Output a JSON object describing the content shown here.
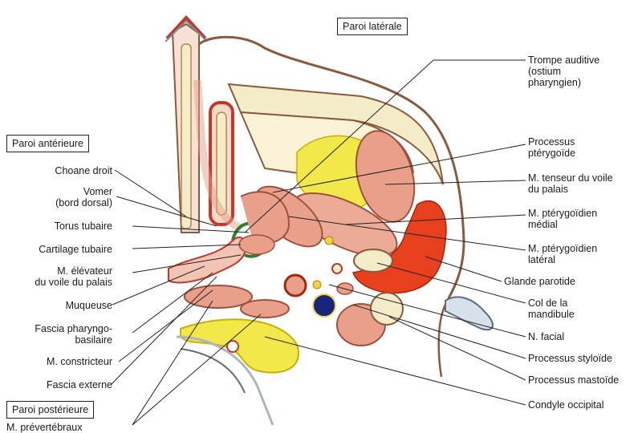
{
  "boxes": {
    "lateral": "Paroi latérale",
    "anterior": "Paroi antérieure",
    "posterior": "Paroi postérieure"
  },
  "left_labels": {
    "choane": "Choane droit",
    "vomer_1": "Vomer",
    "vomer_2": "(bord dorsal)",
    "torus": "Torus tubaire",
    "cartilage": "Cartilage tubaire",
    "elevateur_1": "M. élévateur",
    "elevateur_2": "du voile du palais",
    "muqueuse": "Muqueuse",
    "fascia_pb_1": "Fascia pharyngo-",
    "fascia_pb_2": "basilaire",
    "constricteur": "M. constricteur",
    "fascia_ext": "Fascia externe",
    "prevertebraux": "M. prévertébraux"
  },
  "right_labels": {
    "trompe_1": "Trompe auditive",
    "trompe_2": "(ostium",
    "trompe_3": "pharyngien)",
    "pterygoide_1": "Processus",
    "pterygoide_2": "ptérygoïde",
    "tenseur_1": "M. tenseur du voile",
    "tenseur_2": "du palais",
    "pter_med_1": "M. ptérygoïdien",
    "pter_med_2": "médial",
    "pter_lat_1": "M. ptérygoïdien",
    "pter_lat_2": "latéral",
    "parotide": "Glande parotide",
    "col_1": "Col de la",
    "col_2": "mandibule",
    "facial": "N. facial",
    "styloide": "Processus styloïde",
    "mastoide": "Processus mastoïde",
    "condyle": "Condyle occipital"
  },
  "colors": {
    "muscle": "#e8a08a",
    "muscle_dark": "#c0392b",
    "gland": "#e8401c",
    "fat": "#f2e84a",
    "bone": "#f4ecc8",
    "outline": "#8a5a3c",
    "cartilage": "#2e7d32",
    "vein": "#1a237e",
    "nerve": "#f1d24a"
  }
}
